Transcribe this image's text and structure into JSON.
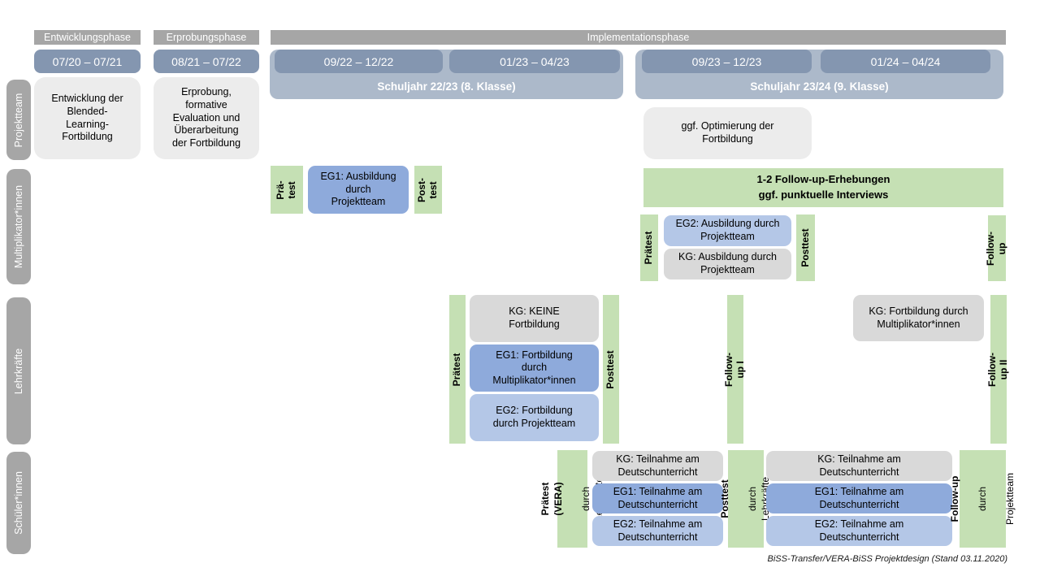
{
  "colors": {
    "gray": "#a6a6a6",
    "dateblue": "#8496b0",
    "yearblue": "#acb9ca",
    "lightbox": "#ececec",
    "kg": "#d9d9d9",
    "eg1": "#8eaadb",
    "eg2": "#b4c7e7",
    "green": "#c5e0b4"
  },
  "header": {
    "phases": {
      "entwicklung": "Entwicklungsphase",
      "erprobung": "Erprobungsphase",
      "implementation": "Implementationsphase"
    },
    "dates": {
      "d1": "07/20 – 07/21",
      "d2": "08/21 – 07/22",
      "d3": "09/22 – 12/22",
      "d4": "01/23 – 04/23",
      "d5": "09/23 – 12/23",
      "d6": "01/24 – 04/24"
    },
    "years": {
      "y1": "Schuljahr 22/23 (8. Klasse)",
      "y2": "Schuljahr 23/24 (9. Klasse)"
    }
  },
  "row_labels": {
    "projektteam": "Projektteam",
    "multiplikatoren": "Multiplikator*innen",
    "lehrkraefte": "Lehrkräfte",
    "schueler": "Schüler*innen"
  },
  "projektteam": {
    "entwicklung": "Entwicklung der\nBlended-\nLearning-\nFortbildung",
    "erprobung": "Erprobung,\nformative\nEvaluation und\nÜberarbeitung\nder Fortbildung",
    "optimierung": "ggf. Optimierung der\nFortbildung"
  },
  "multiplikatoren": {
    "praetest1": "Prä-\ntest",
    "eg1": "EG1: Ausbildung\ndurch\nProjektteam",
    "posttest1": "Post-\ntest",
    "followup_box": "1-2 Follow-up-Erhebungen\nggf. punktuelle Interviews",
    "praetest2": "Prätest",
    "eg2": "EG2: Ausbildung durch\nProjektteam",
    "kg": "KG: Ausbildung durch\nProjektteam",
    "posttest2": "Posttest",
    "followup": "Follow-up"
  },
  "lehrkraefte": {
    "praetest": "Prätest",
    "kg": "KG: KEINE\nFortbildung",
    "eg1": "EG1: Fortbildung\ndurch\nMultiplikator*innen",
    "eg2": "EG2: Fortbildung\ndurch Projektteam",
    "posttest": "Posttest",
    "followup1": "Follow-up I",
    "kg2": "KG: Fortbildung durch\nMultiplikator*innen",
    "followup2": "Follow-up II"
  },
  "schueler": {
    "praetest_bold": "Prätest (VERA)",
    "praetest_sub": "durch Lehrkräfte",
    "kg1": "KG: Teilnahme am\nDeutschunterricht",
    "eg1a": "EG1: Teilnahme am\nDeutschunterricht",
    "eg2a": "EG2: Teilnahme am\nDeutschunterricht",
    "posttest_bold": "Posttest",
    "posttest_sub": "durch Lehrkräfte",
    "kg2": "KG: Teilnahme am\nDeutschunterricht",
    "eg1b": "EG1: Teilnahme am\nDeutschunterricht",
    "eg2b": "EG2: Teilnahme am\nDeutschunterricht",
    "followup_bold": "Follow-up",
    "followup_sub1": "durch",
    "followup_sub2": "Projektteam"
  },
  "caption": "BiSS-Transfer/VERA-BiSS Projektdesign (Stand 03.11.2020)"
}
